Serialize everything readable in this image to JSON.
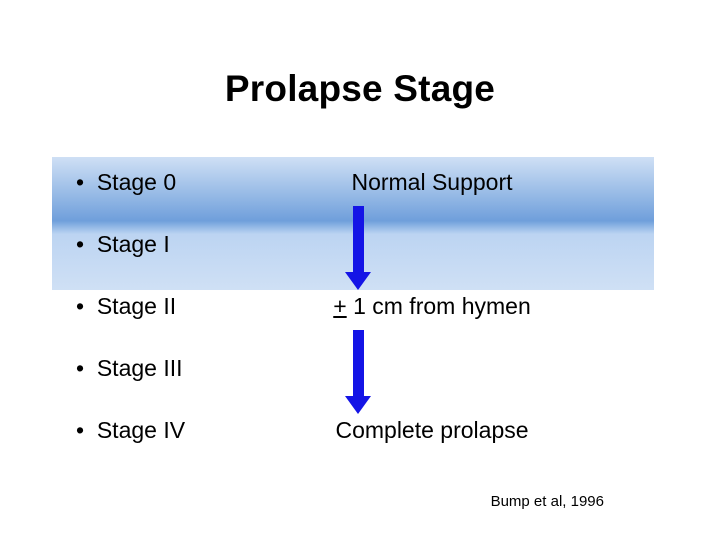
{
  "slide": {
    "title": "Prolapse Stage",
    "citation": "Bump et al, 1996",
    "highlight_color": "#6f9fdb",
    "arrow_color": "#1414e6",
    "rows": [
      {
        "bullet": "Stage 0",
        "desc": "Normal Support"
      },
      {
        "bullet": "Stage I",
        "desc": ""
      },
      {
        "bullet": "Stage II",
        "desc_prefix": "+",
        "desc": " 1 cm from hymen"
      },
      {
        "bullet": "Stage III",
        "desc": ""
      },
      {
        "bullet": "Stage IV",
        "desc": "Complete prolapse"
      }
    ]
  }
}
